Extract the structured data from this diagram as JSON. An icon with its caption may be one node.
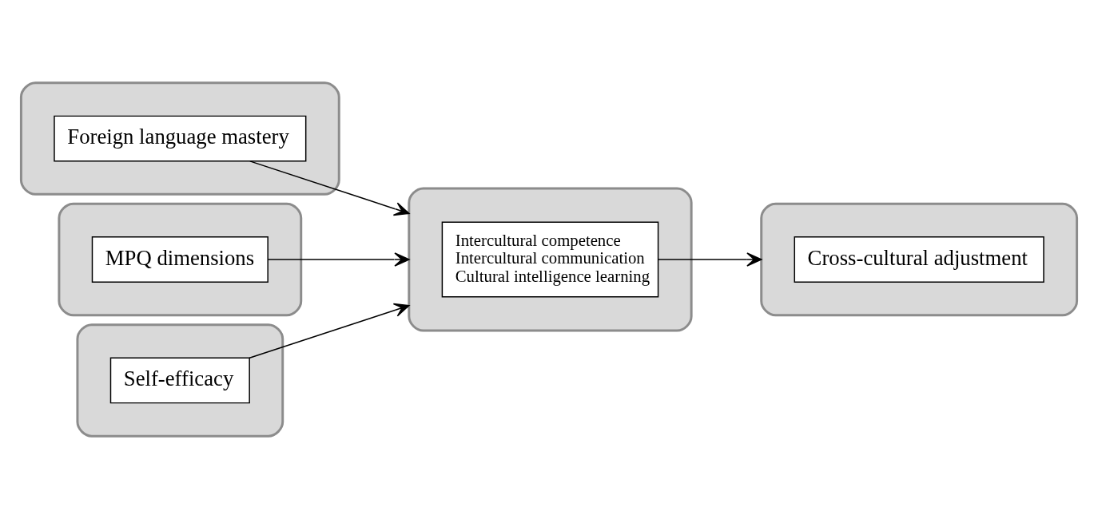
{
  "diagram": {
    "nodes": [
      {
        "text": [],
        "shape": "ellipse"
      },
      {
        "text": [
          "Foreign language mastery"
        ],
        "in": 0
      },
      {
        "text": [],
        "shape": "ellipse"
      },
      {
        "text": [
          "MPQ dimensions"
        ],
        "in": 2
      },
      {
        "text": [],
        "shape": "ellipse"
      },
      {
        "text": [
          "Self-efficacy"
        ],
        "in": 4
      },
      {
        "text": [],
        "shape": "ellipse"
      },
      {
        "text": [
          "Intercultural competence",
          "Intercultural communication",
          "Cultural intelligence learning"
        ],
        "in": 6
      },
      {
        "text": [],
        "shape": "ellipse"
      },
      {
        "text": [
          "Cross-cultural adjustment"
        ],
        "in": 8
      }
    ],
    "edges": [
      {
        "from": 1,
        "to": 6,
        "arrow": "to"
      },
      {
        "from": 3,
        "to": 6,
        "arrow": "to"
      },
      {
        "from": 5,
        "to": 6,
        "arrow": "to"
      },
      {
        "from": 7,
        "to": 8,
        "arrow": "to"
      }
    ]
  }
}
